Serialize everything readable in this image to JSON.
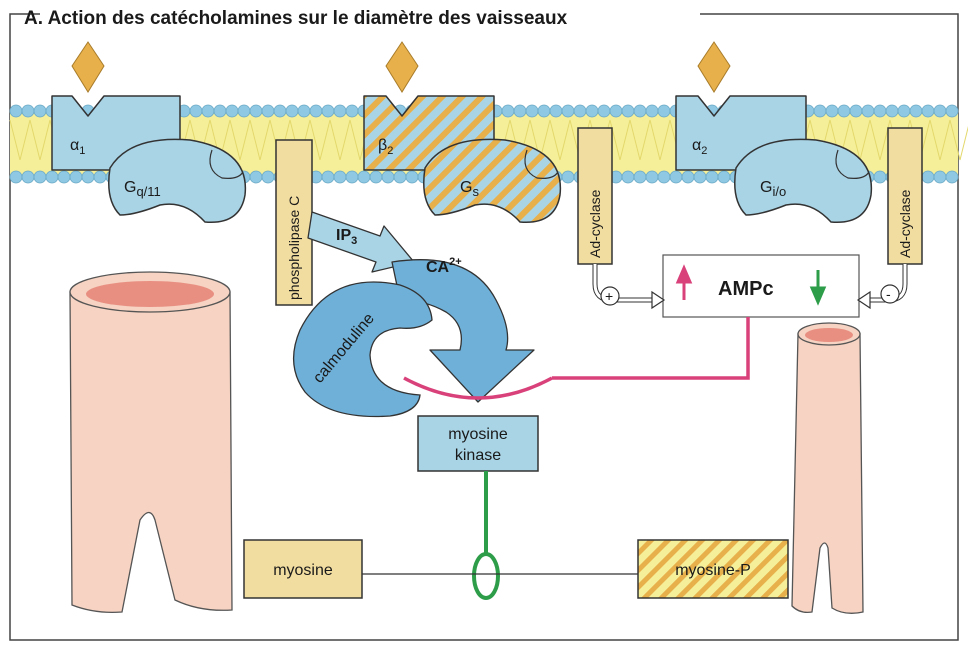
{
  "title": "A. Action des catécholamines sur le diamètre des vaisseaux",
  "receptors": [
    {
      "name": "α",
      "sub": "1"
    },
    {
      "name": "β",
      "sub": "2"
    },
    {
      "name": "α",
      "sub": "2"
    }
  ],
  "g_proteins": [
    {
      "name": "G",
      "sub": "q/11"
    },
    {
      "name": "G",
      "sub": "s"
    },
    {
      "name": "G",
      "sub": "i/o"
    }
  ],
  "enzymes": {
    "phospholipase": "phospholipase C",
    "adcyclase": "Ad-cyclase"
  },
  "second_messengers": {
    "ip": "IP",
    "ip_sub": "3",
    "ca": "CA",
    "ca_sup": "2+",
    "camp": "AMPc"
  },
  "signs": {
    "plus": "+",
    "minus": "-"
  },
  "calmodulin": "calmoduline",
  "kinase": {
    "line1": "myosine",
    "line2": "kinase"
  },
  "myosin": "myosine",
  "myosin_p": "myosine-P",
  "colors": {
    "receptor": "#a9d4e6",
    "membrane_dot": "#8ec8e3",
    "membrane_band": "#f5ef9a",
    "kinase_box": "#a9d4e6",
    "enzyme_box": "#f2dda0",
    "vessel": "#f6d3c2",
    "vessel_inner": "#e88f82",
    "ligand": "#e8b04a",
    "pink": "#d9417a",
    "green": "#2e9d4a"
  }
}
